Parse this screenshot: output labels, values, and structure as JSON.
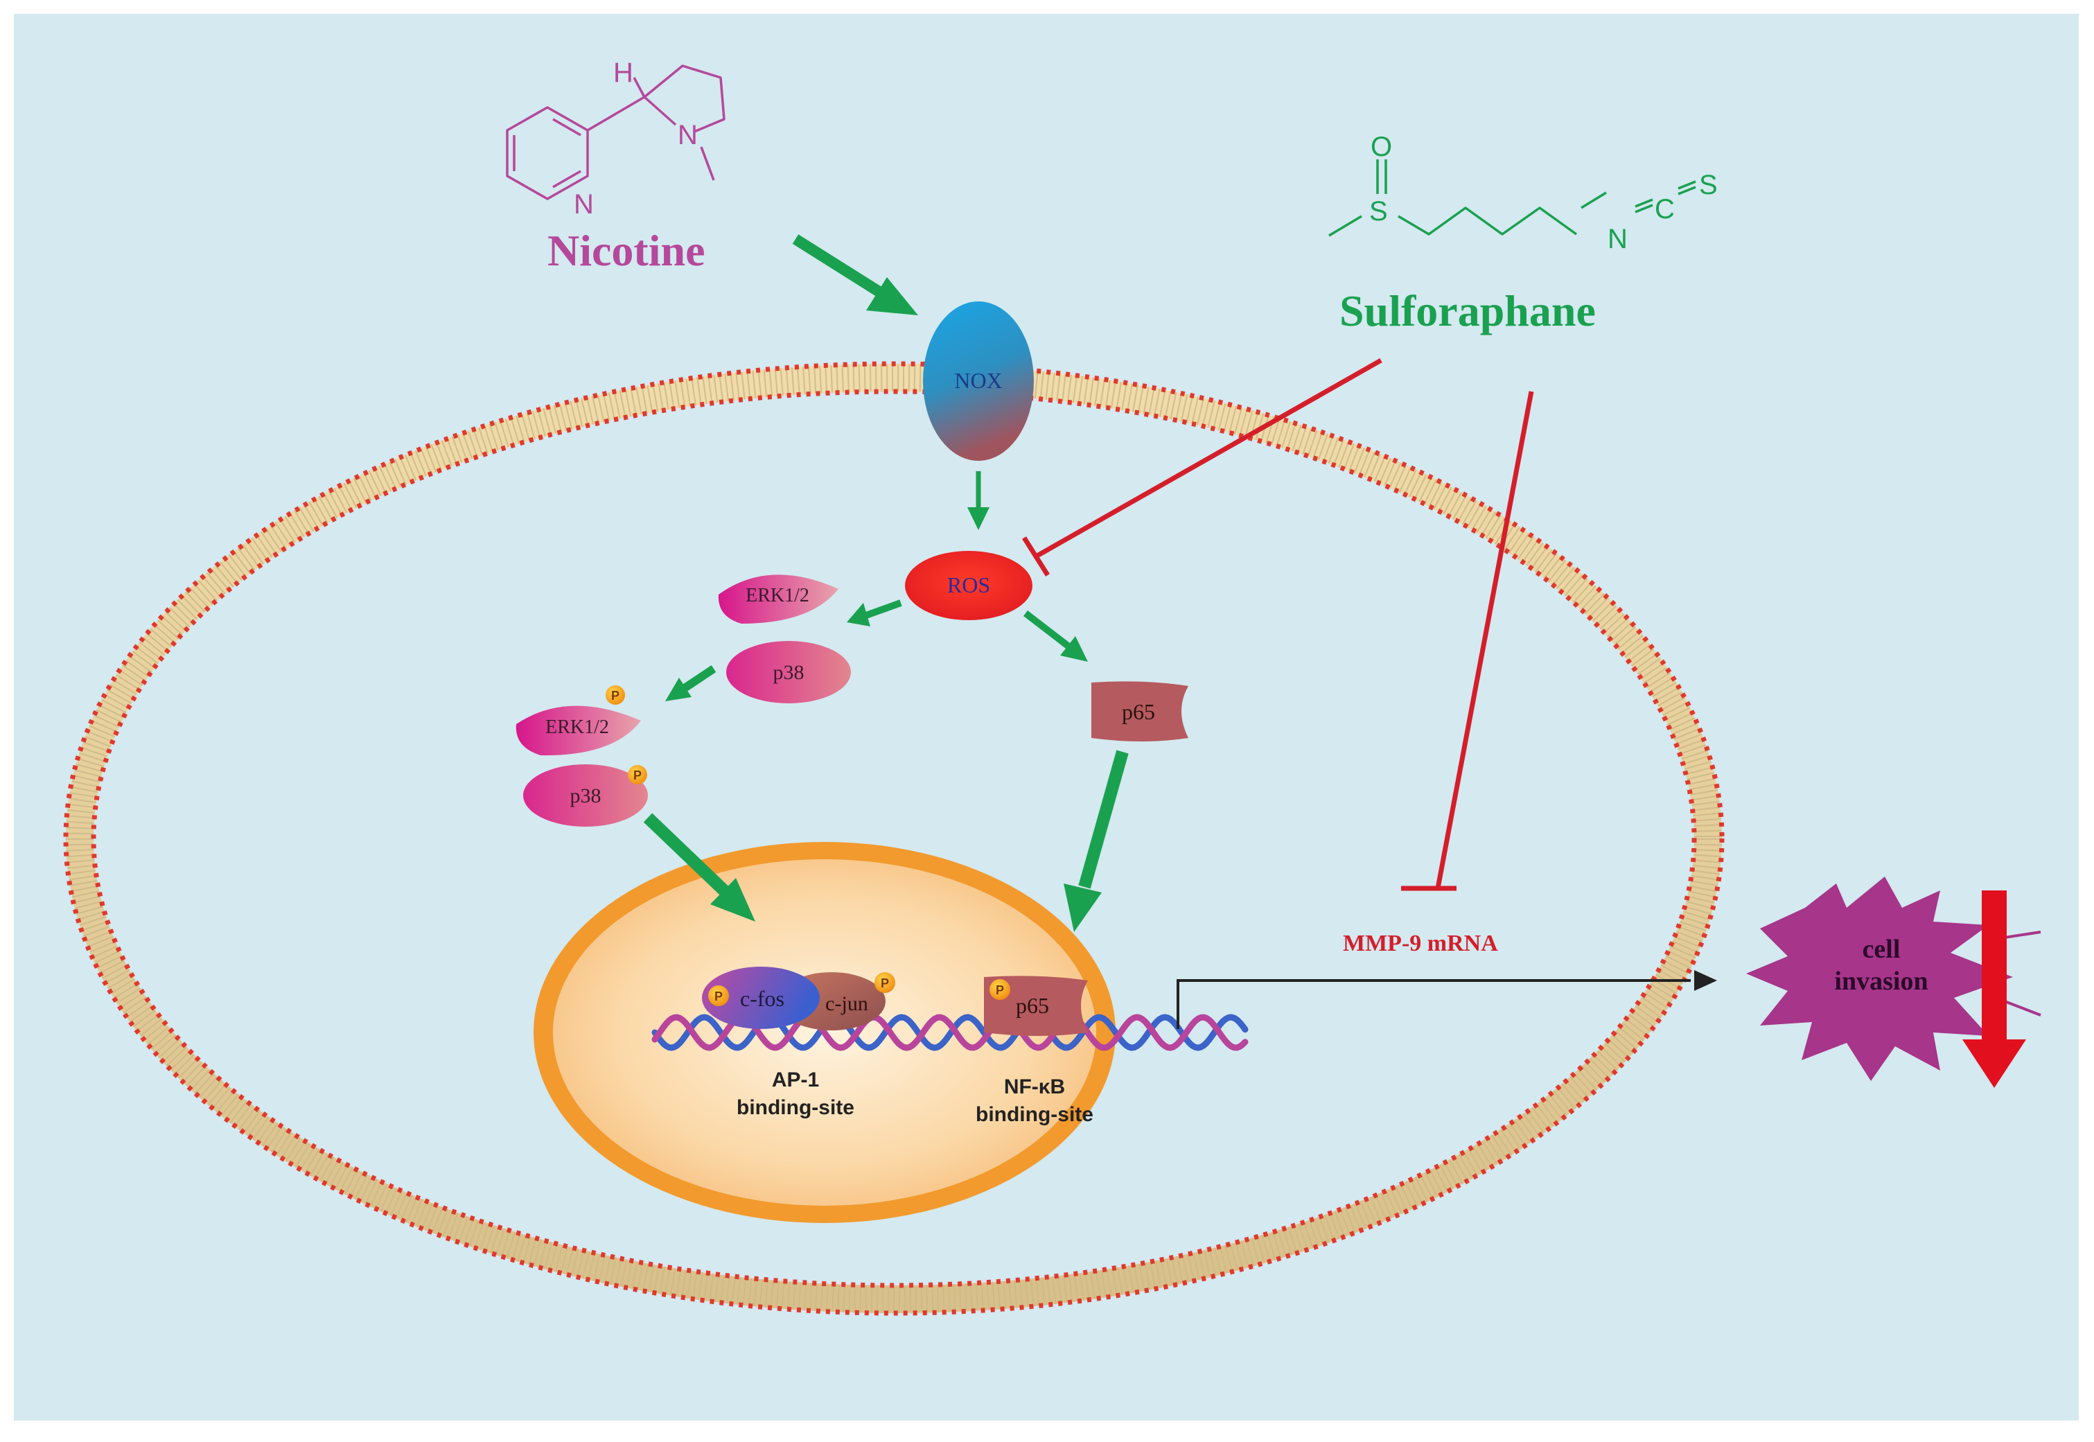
{
  "molecules": {
    "nicotine": {
      "name": "Nicotine",
      "atom_h": "H",
      "atom_n_ring": "N",
      "atom_n_pyrrolidine": "N",
      "color": "#b5489a"
    },
    "sulforaphane": {
      "name": "Sulforaphane",
      "atom_o": "O",
      "atom_s": "S",
      "atom_n": "N",
      "atom_c": "C",
      "atom_s2": "S",
      "color": "#1aa150"
    }
  },
  "nodes": {
    "nox": "NOX",
    "ros": "ROS",
    "erk": "ERK1/2",
    "p38": "p38",
    "erk_p": "ERK1/2",
    "p38_p": "p38",
    "p65": "p65",
    "cfos": "c-fos",
    "cjun": "c-jun",
    "p65_nuc": "p65",
    "phospho": "P"
  },
  "labels": {
    "ap1_line1": "AP-1",
    "ap1_line2": "binding-site",
    "nfkb_line1": "NF-κB",
    "nfkb_line2": "binding-site",
    "mmp9": "MMP-9 mRNA",
    "cell_invasion_line1": "cell",
    "cell_invasion_line2": "invasion"
  },
  "colors": {
    "background": "#d4e9f0",
    "activation": "#1aa150",
    "inhibition": "#d41e2a",
    "nucleus": "#f29a2e",
    "membrane": "#e0382e"
  }
}
